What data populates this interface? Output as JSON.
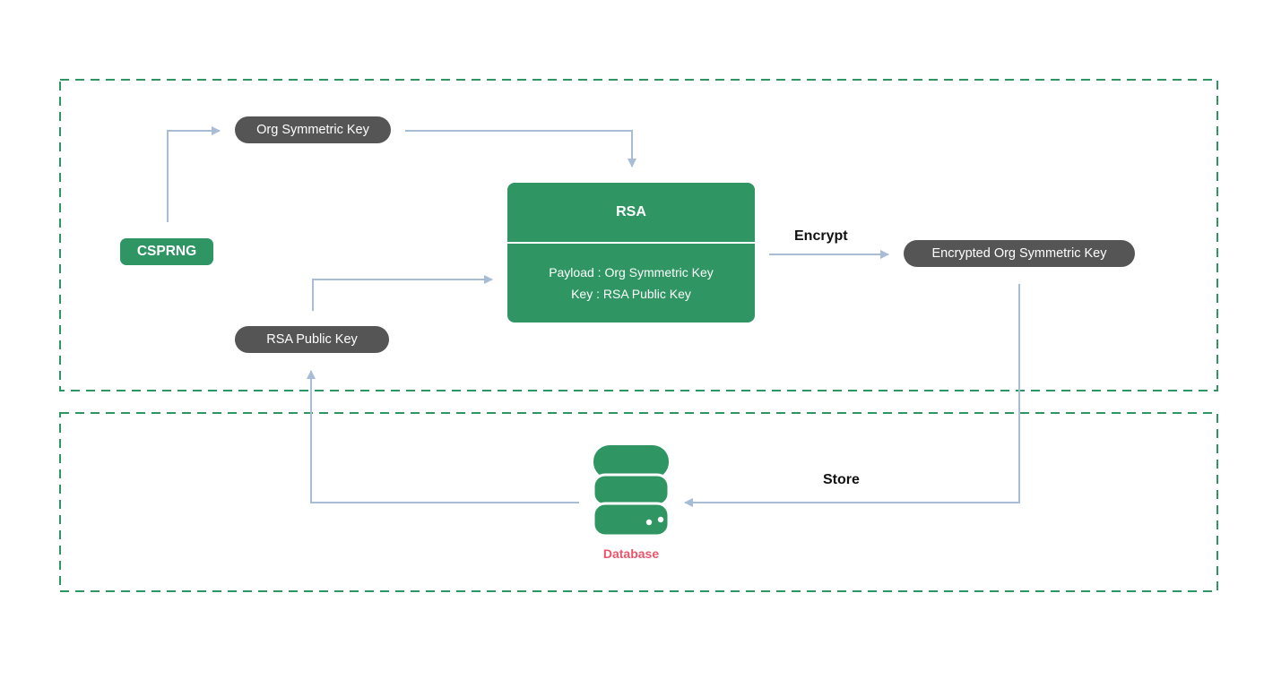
{
  "nodes": {
    "csprng": "CSPRNG",
    "org_symmetric_key": "Org Symmetric Key",
    "rsa_public_key": "RSA Public Key",
    "encrypted_org_symmetric_key": "Encrypted Org Symmetric Key",
    "database": "Database"
  },
  "rsa_block": {
    "title": "RSA",
    "payload_line": "Payload : Org Symmetric Key",
    "key_line": "Key : RSA Public Key"
  },
  "edge_labels": {
    "encrypt": "Encrypt",
    "store": "Store"
  },
  "colors": {
    "zone_border": "#2e9563",
    "arrow": "#a9bcd6",
    "green_block": "#2e9563",
    "dark_pill": "#555555",
    "database_label": "#e8566b"
  }
}
